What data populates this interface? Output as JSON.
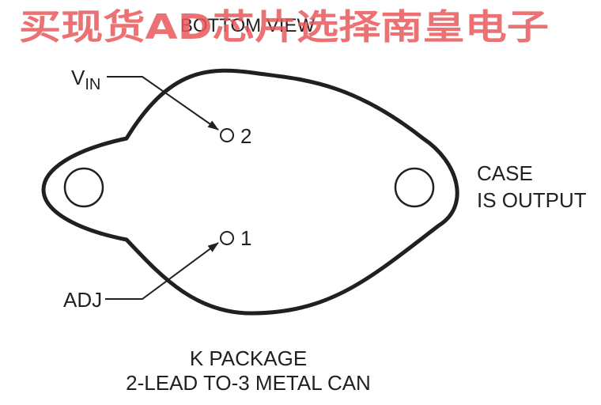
{
  "header": {
    "title": "BOTTOM VIEW"
  },
  "watermark": {
    "text": "买现货AD芯片选择南皇电子",
    "color": "#e8585a"
  },
  "pins": {
    "vin": {
      "main": "V",
      "sub": "IN",
      "number": "2"
    },
    "adj": {
      "label": "ADJ",
      "number": "1"
    }
  },
  "case_note": {
    "line1": "CASE",
    "line2": "IS OUTPUT"
  },
  "caption": {
    "line1": "K PACKAGE",
    "line2": "2-LEAD TO-3 METAL CAN"
  }
}
